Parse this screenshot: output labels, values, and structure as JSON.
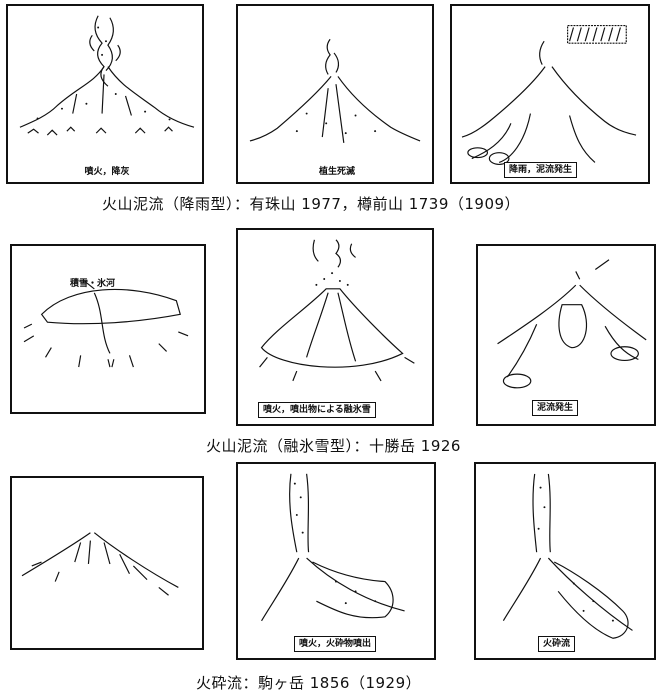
{
  "rows": [
    {
      "caption": "火山泥流（降雨型）：有珠山 1977，樽前山 1739（1909）",
      "panels": [
        {
          "label": "噴火，降灰"
        },
        {
          "label": "植生死滅"
        },
        {
          "label": "降雨，泥流発生"
        }
      ]
    },
    {
      "caption": "火山泥流（融氷雪型）：十勝岳 1926",
      "panels": [
        {
          "label": "",
          "inner_label": "積雪・氷河"
        },
        {
          "label": "噴火，噴出物による融氷雪"
        },
        {
          "label": "泥流発生"
        }
      ]
    },
    {
      "caption": "火砕流：駒ヶ岳 1856（1929）",
      "panels": [
        {
          "label": ""
        },
        {
          "label": "噴火，火砕物噴出"
        },
        {
          "label": "火砕流"
        }
      ]
    }
  ]
}
